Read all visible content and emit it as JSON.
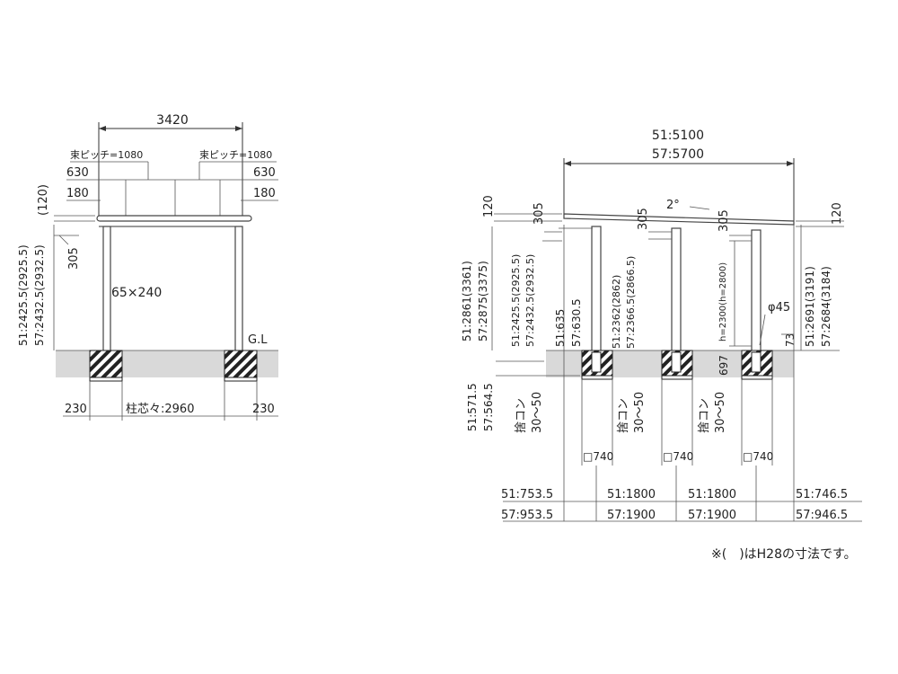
{
  "front": {
    "width": "3420",
    "pitch_left": "束ピッチ=1080",
    "pitch_right": "束ピッチ=1080",
    "overhang_630_left": "630",
    "overhang_630_right": "630",
    "overhang_180_left": "180",
    "overhang_180_right": "180",
    "roof_thickness": "(120)",
    "beam_depth": "305",
    "post_height_51": "51:2425.5(2925.5)",
    "post_height_57": "57:2432.5(2932.5)",
    "post_size": "65×240",
    "gl": "G.L",
    "footing_left": "230",
    "footing_right": "230",
    "post_span": "柱芯々:2960"
  },
  "side": {
    "depth_51": "51:5100",
    "depth_57": "57:5700",
    "slope": "2°",
    "roof_left_thickness": "120",
    "roof_right_thickness": "120",
    "beam_305_1": "305",
    "beam_305_2": "305",
    "beam_305_3": "305",
    "total_h_51": "51:2861(3361)",
    "total_h_57": "57:2875(3375)",
    "post1_h_51": "51:2425.5(2925.5)",
    "post1_h_57": "57:2432.5(2932.5)",
    "post2_h_51": "51:2362(2862)",
    "post2_h_57": "57:2366.5(2866.5)",
    "post3_h": "h=2300(h=2800)",
    "right_h_51": "51:2691(3191)",
    "right_h_57": "57:2684(3184)",
    "phi": "φ45",
    "base_73": "73",
    "emb_51": "51:635",
    "emb_57": "57:630.5",
    "emb_697": "697",
    "footing_51": "51:571.5",
    "footing_57": "57:564.5",
    "sutecon": "捨コン",
    "sutecon_range": "30～50",
    "square_740": "□740",
    "dim1_51": "51:753.5",
    "dim1_57": "57:953.5",
    "dim2_51": "51:1800",
    "dim2_57": "57:1900",
    "dim3_51": "51:1800",
    "dim3_57": "57:1900",
    "dim4_51": "51:746.5",
    "dim4_57": "57:946.5"
  },
  "note": "※(　)はH28の寸法です。"
}
